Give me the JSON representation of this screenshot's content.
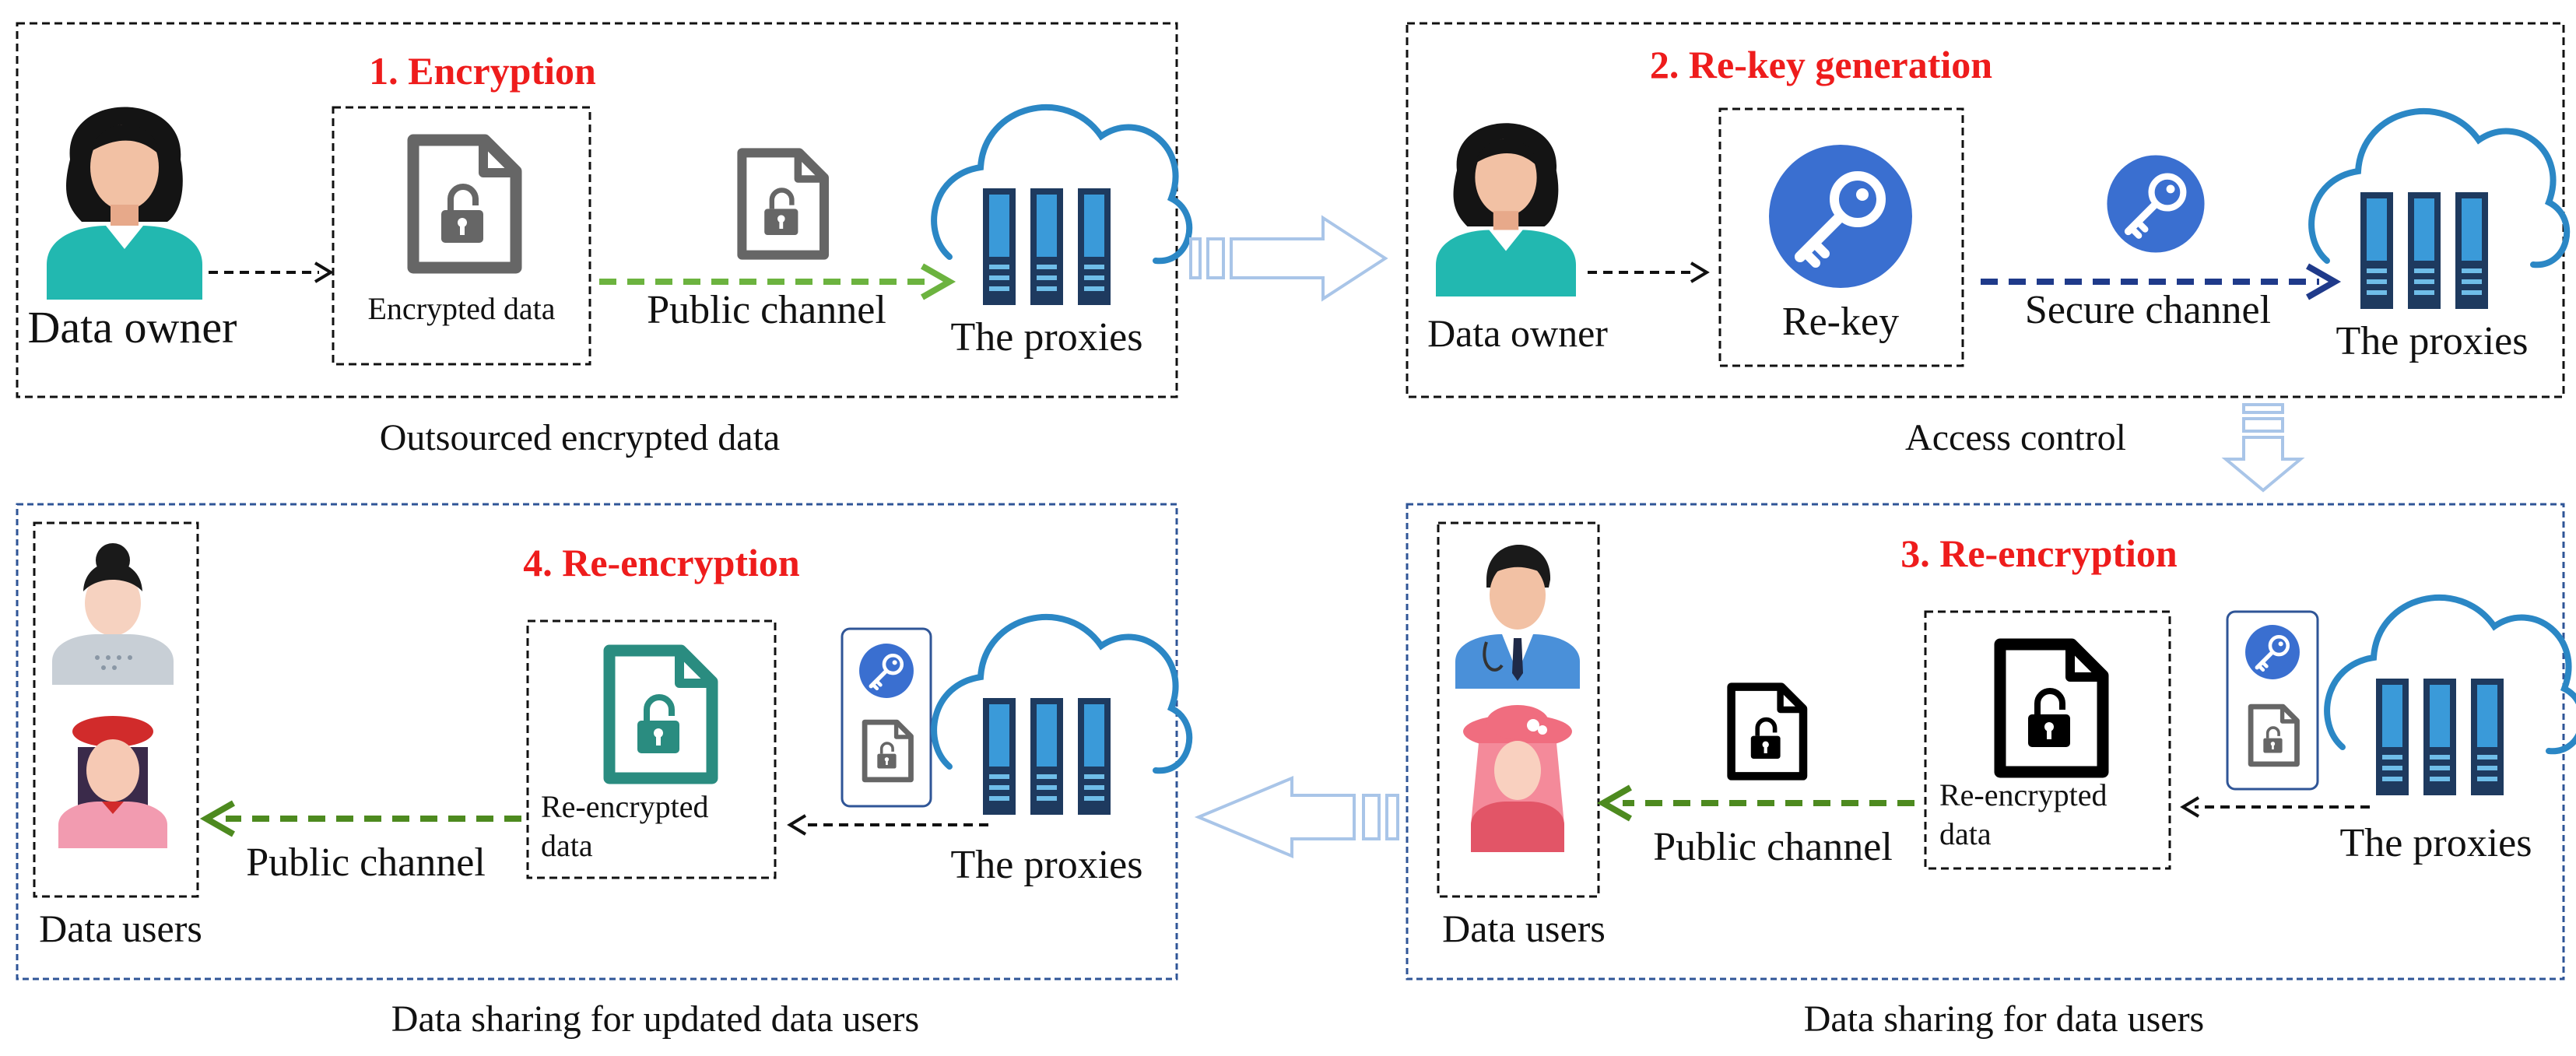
{
  "colors": {
    "title_red": "#ee1c1c",
    "cloud_blue": "#2b87c5",
    "server_dark": "#1e3a5f",
    "key_blue": "#3a6fd0",
    "green_arrow": "#6cb33f",
    "navy_arrow": "#1f3a8a",
    "dark_green_arrow": "#4d8a1f",
    "teal_doc": "#2a8c80",
    "gray_doc": "#666666",
    "block_arrow": "#a9c5e8",
    "blue_frame": "#2f5597"
  },
  "panel1": {
    "title": "1. Encryption",
    "owner_label": "Data owner",
    "doc_label": "Encrypted data",
    "channel_label": "Public channel",
    "proxies_label": "The proxies",
    "caption": "Outsourced encrypted data",
    "icons": [
      "person-owner-icon",
      "locked-document-icon",
      "cloud-server-icon"
    ]
  },
  "panel2": {
    "title": "2. Re-key generation",
    "owner_label": "Data owner",
    "rekey_label": "Re-key",
    "channel_label": "Secure channel",
    "proxies_label": "The proxies",
    "caption": "Access control",
    "icons": [
      "person-owner-icon",
      "key-icon",
      "cloud-server-icon"
    ]
  },
  "panel3": {
    "title": "3. Re-encryption",
    "users_label": "Data users",
    "doc_label_line1": "Re-encrypted",
    "doc_label_line2": "data",
    "channel_label": "Public channel",
    "proxies_label": "The proxies",
    "caption": "Data sharing for data users",
    "icons": [
      "doctor-avatar-icon",
      "woman-hat-avatar-icon",
      "unlocked-document-icon",
      "key-icon",
      "cloud-server-icon"
    ]
  },
  "panel4": {
    "title": "4. Re-encryption",
    "users_label": "Data users",
    "doc_label_line1": "Re-encrypted",
    "doc_label_line2": "data",
    "channel_label": "Public channel",
    "proxies_label": "The proxies",
    "caption": "Data sharing for updated data users",
    "icons": [
      "woman-bun-avatar-icon",
      "girl-beret-avatar-icon",
      "unlocked-document-icon",
      "key-icon",
      "cloud-server-icon"
    ]
  }
}
